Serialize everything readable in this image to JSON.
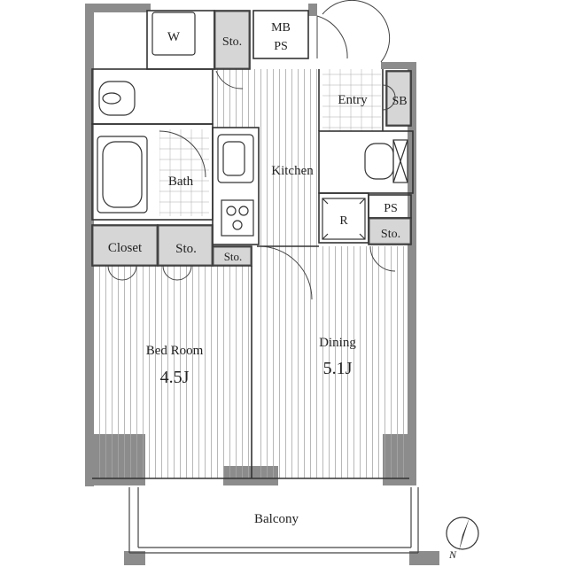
{
  "rooms": {
    "washer": "W",
    "storage_top": "Sto.",
    "mb": "MB",
    "ps_top": "PS",
    "entry": "Entry",
    "shoe_box": "SB",
    "bath": "Bath",
    "kitchen": "Kitchen",
    "fridge": "R",
    "ps_mid": "PS",
    "storage_right": "Sto.",
    "closet": "Closet",
    "storage_bed": "Sto.",
    "storage_small": "Sto.",
    "bedroom": "Bed Room",
    "bedroom_size": "4.5J",
    "dining": "Dining",
    "dining_size": "5.1J",
    "balcony": "Balcony"
  },
  "compass": {
    "north": "N"
  },
  "colors": {
    "wall": "#8c8c8c",
    "storage": "#d6d6d6",
    "line": "#333333",
    "floor": "#9a9a9a"
  }
}
